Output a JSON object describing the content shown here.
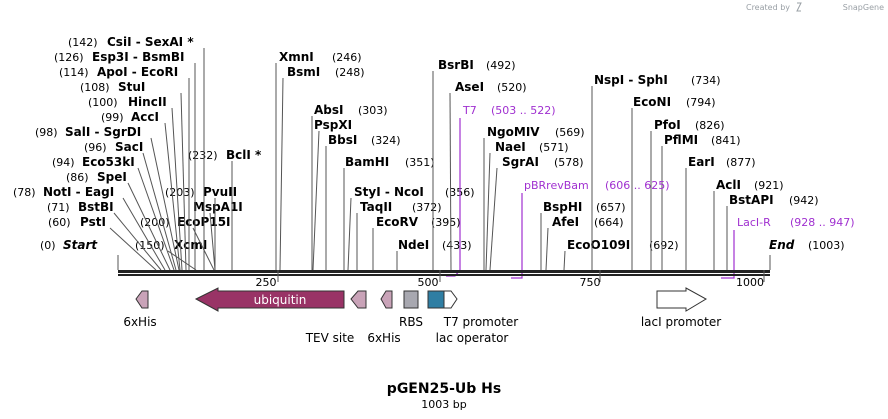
{
  "plasmid": {
    "name": "pGEN25-Ub Hs",
    "length_label": "1003 bp",
    "length": 1003
  },
  "credit": {
    "text": "Created by",
    "brand": "SnapGene"
  },
  "ruler": {
    "ticks": [
      250,
      500,
      750,
      1000
    ]
  },
  "ends": [
    {
      "text": "Start",
      "pos_label": "(0)"
    },
    {
      "text": "End",
      "pos_label": "(1003)"
    }
  ],
  "sites": [
    {
      "label": "CsiI - SexAI *",
      "pos_label": "(142)"
    },
    {
      "label": "Esp3I - BsmBI",
      "pos_label": "(126)"
    },
    {
      "label": "ApoI - EcoRI",
      "pos_label": "(114)"
    },
    {
      "label": "StuI",
      "pos_label": "(108)"
    },
    {
      "label": "HincII",
      "pos_label": "(100)"
    },
    {
      "label": "AccI",
      "pos_label": "(99)"
    },
    {
      "label": "SalI - SgrDI",
      "pos_label": "(98)"
    },
    {
      "label": "SacI",
      "pos_label": "(96)"
    },
    {
      "label": "Eco53kI",
      "pos_label": "(94)"
    },
    {
      "label": "SpeI",
      "pos_label": "(86)"
    },
    {
      "label": "NotI - EagI",
      "pos_label": "(78)"
    },
    {
      "label": "BstBI",
      "pos_label": "(71)"
    },
    {
      "label": "PstI",
      "pos_label": "(60)"
    },
    {
      "label": "XcmI",
      "pos_label": "(150)"
    },
    {
      "label": "EcoP15I",
      "pos_label": "(200)"
    },
    {
      "label": "MspA1I",
      "pos_label": ""
    },
    {
      "label": "PvuII",
      "pos_label": "(203)"
    },
    {
      "label": "BclI *",
      "pos_label": "(232)"
    },
    {
      "label": "XmnI",
      "pos_label": "(246)"
    },
    {
      "label": "BsmI",
      "pos_label": "(248)"
    },
    {
      "label": "AbsI",
      "pos_label": "(303)"
    },
    {
      "label": "PspXI",
      "pos_label": ""
    },
    {
      "label": "BbsI",
      "pos_label": "(324)"
    },
    {
      "label": "BamHI",
      "pos_label": "(351)"
    },
    {
      "label": "StyI - NcoI",
      "pos_label": "(356)"
    },
    {
      "label": "TaqII",
      "pos_label": "(372)"
    },
    {
      "label": "EcoRV",
      "pos_label": "(395)"
    },
    {
      "label": "NdeI",
      "pos_label": "(433)"
    },
    {
      "label": "BsrBI",
      "pos_label": "(492)"
    },
    {
      "label": "AseI",
      "pos_label": "(520)"
    },
    {
      "label": "NgoMIV",
      "pos_label": "(569)"
    },
    {
      "label": "NaeI",
      "pos_label": "(571)"
    },
    {
      "label": "SgrAI",
      "pos_label": "(578)"
    },
    {
      "label": "BspHI",
      "pos_label": "(657)"
    },
    {
      "label": "AfeI",
      "pos_label": "(664)"
    },
    {
      "label": "EcoO109I",
      "pos_label": "(692)"
    },
    {
      "label": "NspI - SphI",
      "pos_label": "(734)"
    },
    {
      "label": "EcoNI",
      "pos_label": "(794)"
    },
    {
      "label": "PfoI",
      "pos_label": "(826)"
    },
    {
      "label": "PflMI",
      "pos_label": "(841)"
    },
    {
      "label": "EarI",
      "pos_label": "(877)"
    },
    {
      "label": "AclI",
      "pos_label": "(921)"
    },
    {
      "label": "BstAPI",
      "pos_label": "(942)"
    }
  ],
  "primers": [
    {
      "label": "T7",
      "range_label": "(503 .. 522)",
      "color": "#a030d0"
    },
    {
      "label": "pBRrevBam",
      "range_label": "(606 .. 625)",
      "color": "#a030d0"
    },
    {
      "label": "LacI-R",
      "range_label": "(928 .. 947)",
      "color": "#a030d0"
    }
  ],
  "features": [
    {
      "label": "6xHis",
      "color": "#c9a3b8"
    },
    {
      "label": "ubiquitin",
      "color": "#993366"
    },
    {
      "label": "TEV site",
      "color": "#c9a3b8"
    },
    {
      "label": "6xHis",
      "color": "#c9a3b8"
    },
    {
      "label": "RBS",
      "color": "#a8a8b0"
    },
    {
      "label": "T7 promoter",
      "color": "#2f7ea3"
    },
    {
      "label": "lac operator",
      "color": "#ffffff"
    },
    {
      "label": "lacI promoter",
      "color": "#ffffff"
    }
  ]
}
